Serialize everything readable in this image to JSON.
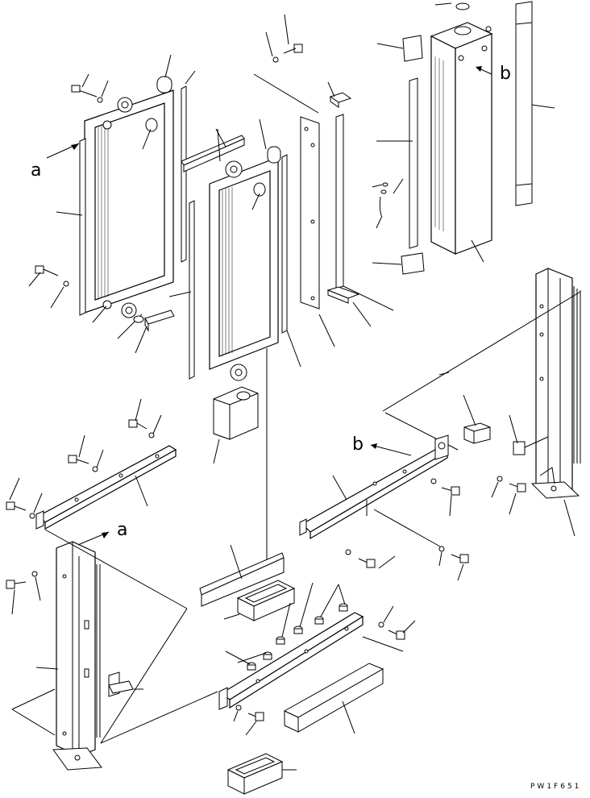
{
  "diagram": {
    "letter_a_top": "a",
    "letter_a_mid": "a",
    "letter_b_top": "b",
    "letter_b_mid": "b",
    "drawing_code": "PW1F651"
  }
}
